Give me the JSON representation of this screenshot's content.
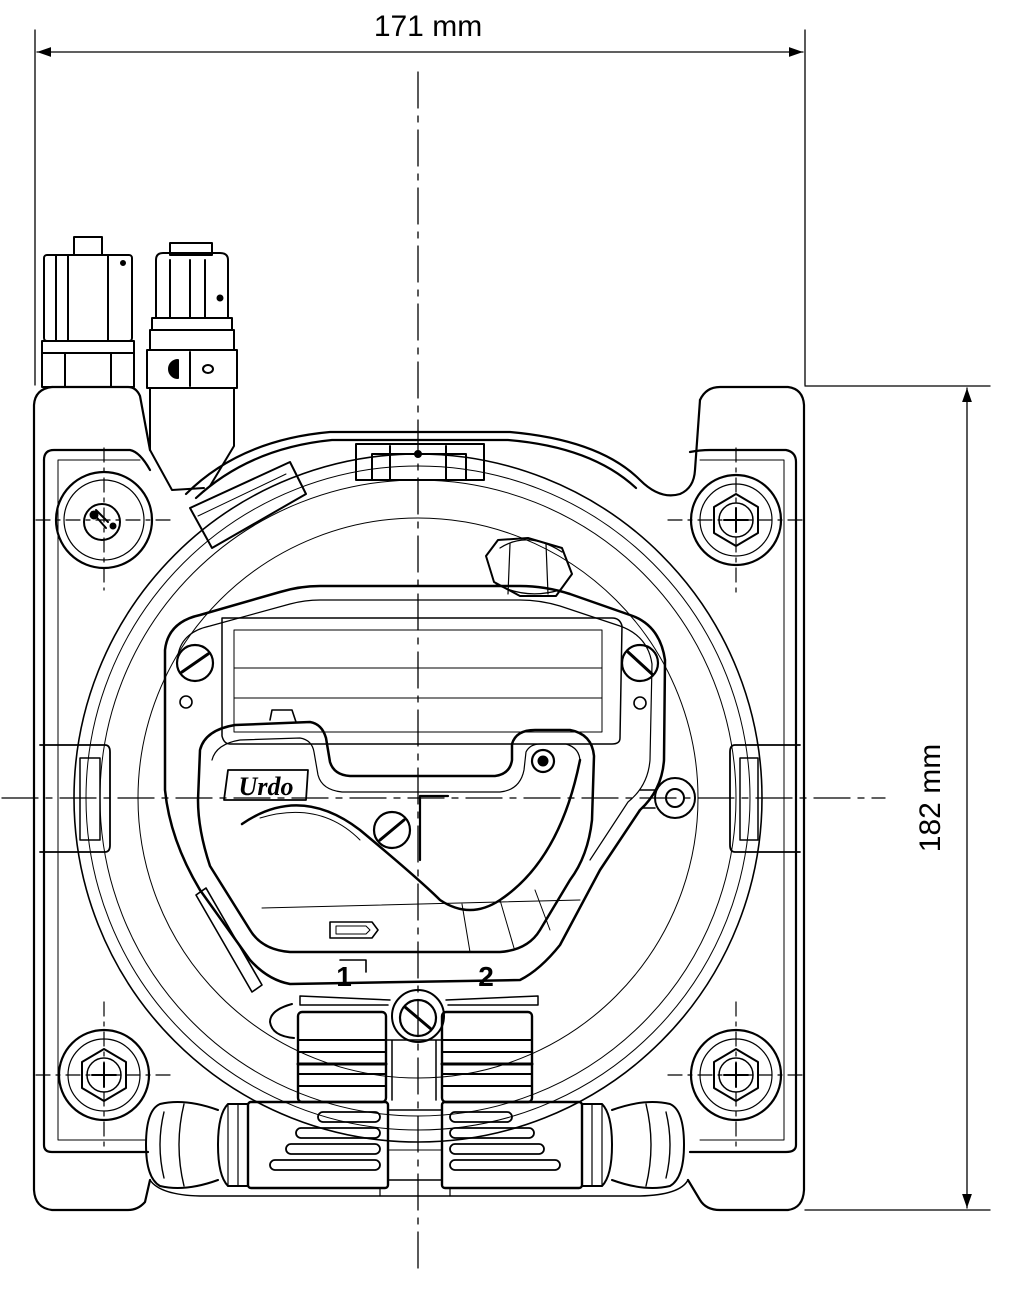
{
  "dimensions": {
    "width_label": "171 mm",
    "height_label": "182 mm"
  },
  "labels": {
    "connector_1": "1",
    "connector_2": "2",
    "brand_mark": "Urdo"
  }
}
